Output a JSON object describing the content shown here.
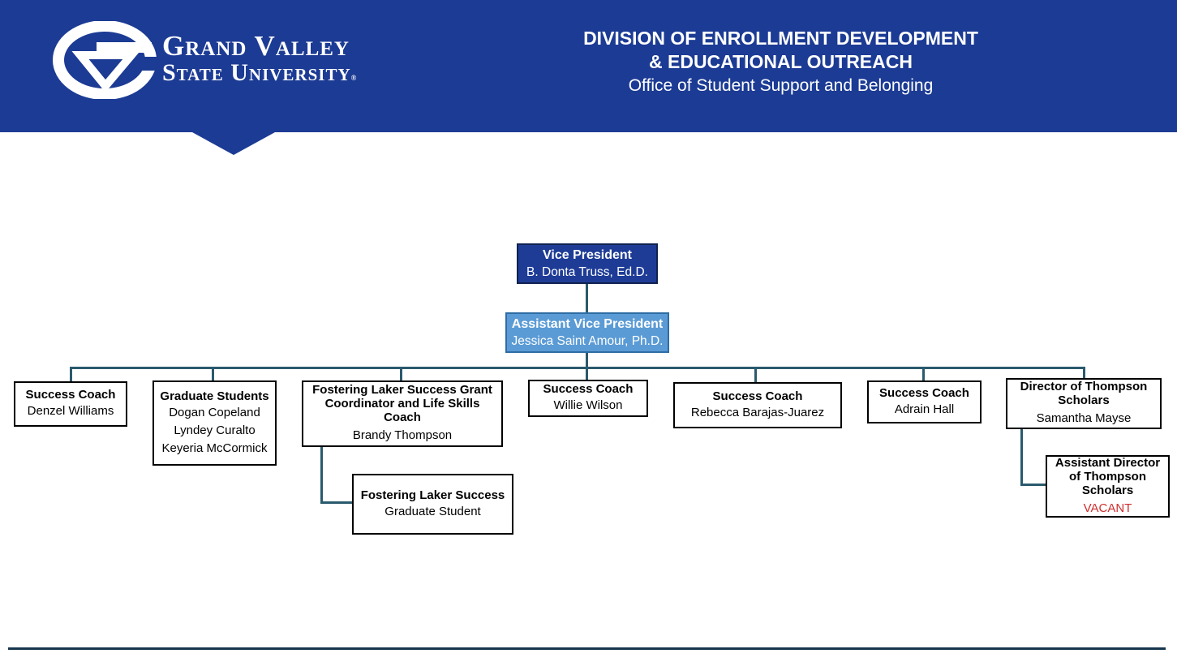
{
  "header": {
    "logo": {
      "mark": "gvsu-circle-g-v-monogram",
      "wordmark_line1": "Grand Valley",
      "wordmark_line2": "State University",
      "registered_mark": "®"
    },
    "title_line1": "DIVISION OF ENROLLMENT DEVELOPMENT",
    "title_line2": "& EDUCATIONAL OUTREACH",
    "subtitle": "Office of Student Support and Belonging"
  },
  "org_chart": {
    "vice_president": {
      "title": "Vice President",
      "name": "B. Donta Truss, Ed.D."
    },
    "assistant_vice_president": {
      "title": "Assistant Vice President",
      "name": "Jessica Saint Amour, Ph.D."
    },
    "reports": [
      {
        "title_lines": [
          "Success Coach"
        ],
        "people": [
          "Denzel Williams"
        ]
      },
      {
        "title_lines": [
          "Graduate Students"
        ],
        "people": [
          "Dogan Copeland",
          "Lyndey Curalto",
          "Keyeria McCormick"
        ]
      },
      {
        "title_lines": [
          "Fostering Laker Success Grant",
          "Coordinator and Life Skills",
          "Coach"
        ],
        "people": [
          "Brandy Thompson"
        ]
      },
      {
        "title_lines": [
          "Success Coach"
        ],
        "people": [
          "Willie Wilson"
        ]
      },
      {
        "title_lines": [
          "Success Coach"
        ],
        "people": [
          "Rebecca Barajas-Juarez"
        ]
      },
      {
        "title_lines": [
          "Success Coach"
        ],
        "people": [
          "Adrain Hall"
        ]
      },
      {
        "title_lines": [
          "Director of Thompson",
          "Scholars"
        ],
        "people": [
          "Samantha Mayse"
        ]
      }
    ],
    "sub_reports": [
      {
        "title_lines": [
          "Fostering Laker Success"
        ],
        "people": [
          "Graduate Student"
        ]
      },
      {
        "title_lines": [
          "Assistant Director",
          "of Thompson",
          "Scholars"
        ],
        "people": [
          "VACANT"
        ],
        "vacant": true
      }
    ]
  },
  "colors": {
    "header_blue": "#1c3b94",
    "vp_fill": "#1e3c96",
    "avp_fill": "#5b9bd5",
    "avp_border": "#2e6da4",
    "connector": "#2a5a6d",
    "vacant_red": "#d02d2d",
    "bottom_rule": "#17364d"
  }
}
